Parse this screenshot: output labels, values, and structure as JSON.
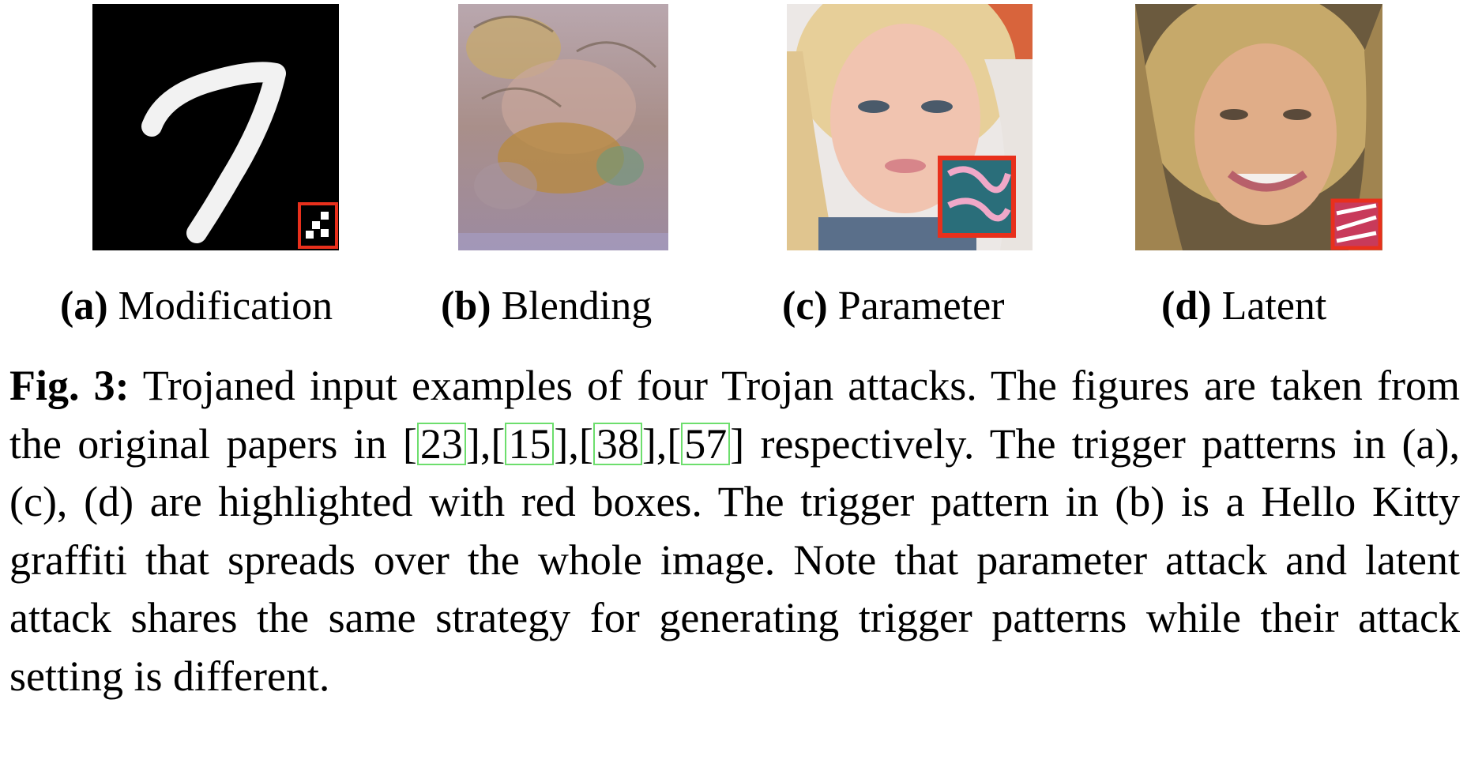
{
  "panels": [
    {
      "id": "a",
      "label": "(a)",
      "name": "Modification"
    },
    {
      "id": "b",
      "label": "(b)",
      "name": "Blending"
    },
    {
      "id": "c",
      "label": "(c)",
      "name": "Parameter"
    },
    {
      "id": "d",
      "label": "(d)",
      "name": "Latent"
    }
  ],
  "caption": {
    "label": "Fig. 3:",
    "part1": "Trojaned input examples of four Trojan attacks. The figures are taken from the original papers in [",
    "citations": [
      "23",
      "15",
      "38",
      "57"
    ],
    "part2": "] respectively. The trigger patterns in (a), (c), (d) are highlighted with red boxes. The trigger pattern in (b) is a Hello Kitty graffiti that spreads over the whole image. Note that parameter attack and latent attack shares the same strategy for generating trigger patterns while their attack setting is different."
  },
  "colors": {
    "highlight_box": "#e8301c",
    "citation_box": "#6dde6d"
  }
}
